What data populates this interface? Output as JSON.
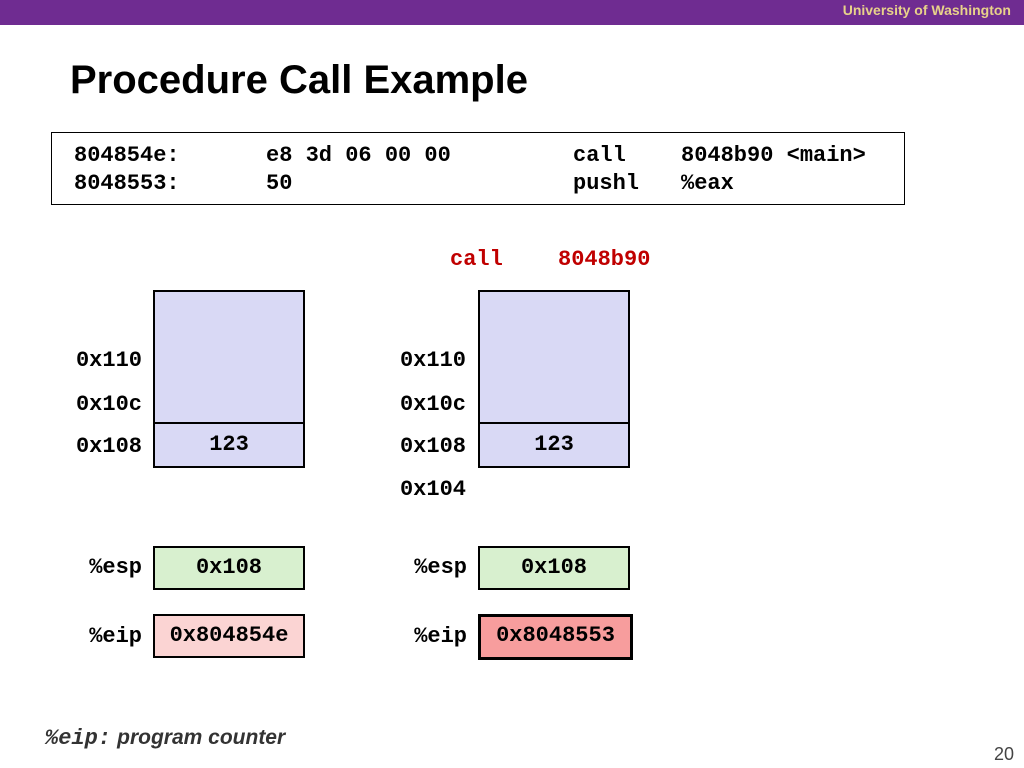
{
  "header": {
    "institution": "University of Washington"
  },
  "slide": {
    "title": "Procedure Call Example",
    "page_number": "20"
  },
  "code": {
    "lines": [
      {
        "address": "804854e:",
        "bytes": "e8 3d 06 00 00",
        "mnemonic": "call",
        "operand": "8048b90 <main>"
      },
      {
        "address": "8048553:",
        "bytes": "50",
        "mnemonic": "pushl",
        "operand": "%eax"
      }
    ]
  },
  "step_label": {
    "instruction": "call",
    "target": "8048b90"
  },
  "before": {
    "addresses": [
      "0x110",
      "0x10c",
      "0x108"
    ],
    "stack_value": "123",
    "esp_label": "%esp",
    "esp_value": "0x108",
    "eip_label": "%eip",
    "eip_value": "0x804854e"
  },
  "after": {
    "addresses": [
      "0x110",
      "0x10c",
      "0x108",
      "0x104"
    ],
    "stack_value": "123",
    "esp_label": "%esp",
    "esp_value": "0x108",
    "eip_label": "%eip",
    "eip_value": "0x8048553"
  },
  "footnote": {
    "keyword": "%eip:",
    "text": "program counter"
  },
  "colors": {
    "header_bar": "#6f2c91",
    "header_text": "#e8d28a",
    "stack_fill": "#d9d9f5",
    "esp_fill": "#d8f0cf",
    "eip_fill": "#fbd4d3",
    "eip_changed_fill": "#f79d9d",
    "call_label": "#c00000"
  }
}
